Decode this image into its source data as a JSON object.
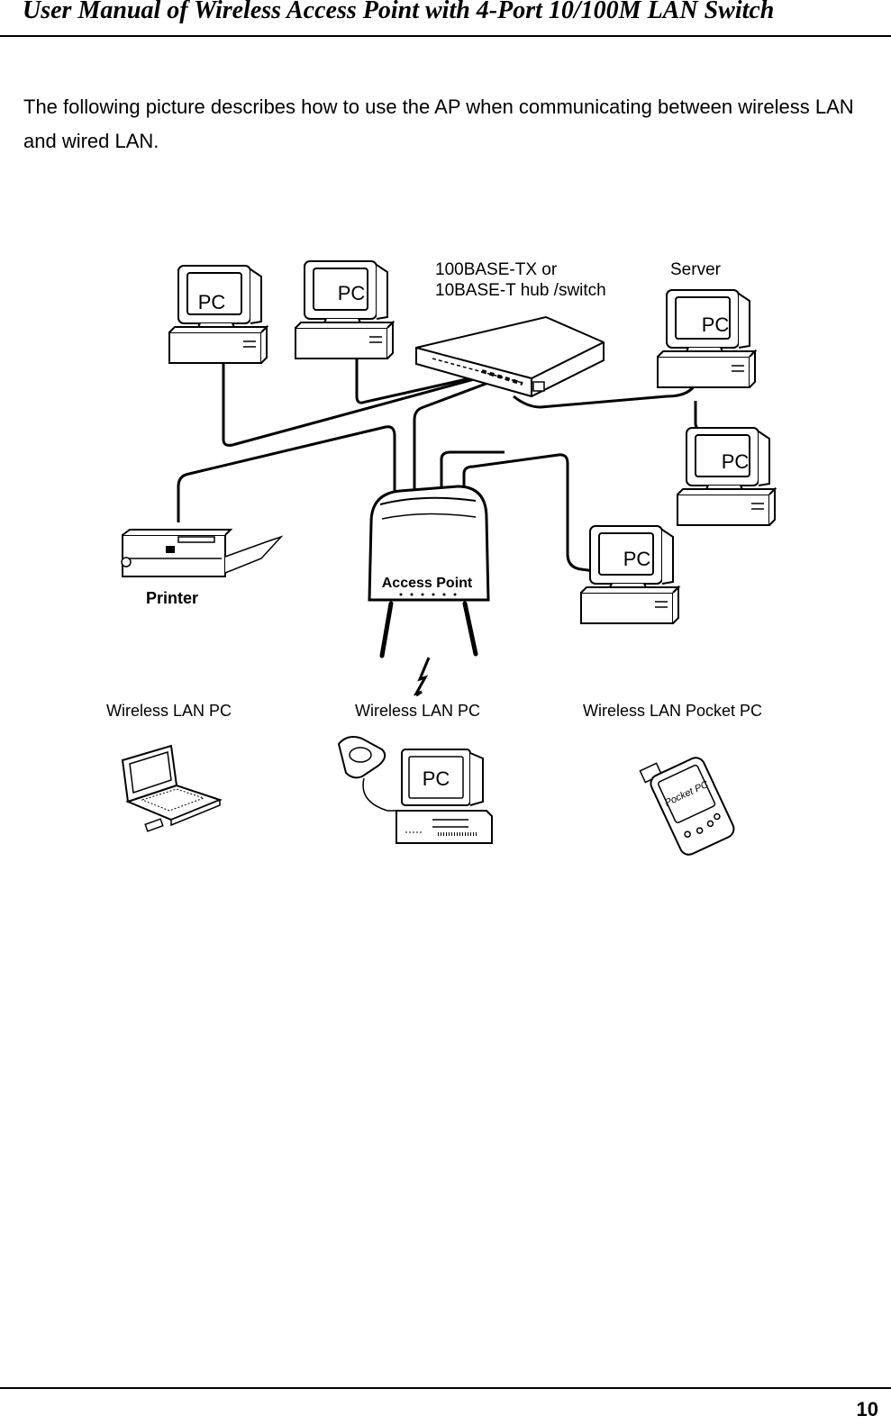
{
  "header": {
    "title": "User Manual of Wireless Access Point with 4-Port 10/100M LAN Switch"
  },
  "intro": {
    "text": "The following picture describes how to use the AP when communicating between wireless LAN and wired LAN."
  },
  "diagram": {
    "hub_label_line1": "100BASE-TX or",
    "hub_label_line2": "10BASE-T hub /switch",
    "server_label": "Server",
    "pc_label": "PC",
    "printer_label": "Printer",
    "ap_label": "Access Point",
    "wireless_pc_label_1": "Wireless LAN PC",
    "wireless_pc_label_2": "Wireless LAN PC",
    "wireless_pocket_label": "Wireless LAN Pocket PC",
    "pocket_device_text": "Pocket PC"
  },
  "footer": {
    "page_number": "10"
  }
}
